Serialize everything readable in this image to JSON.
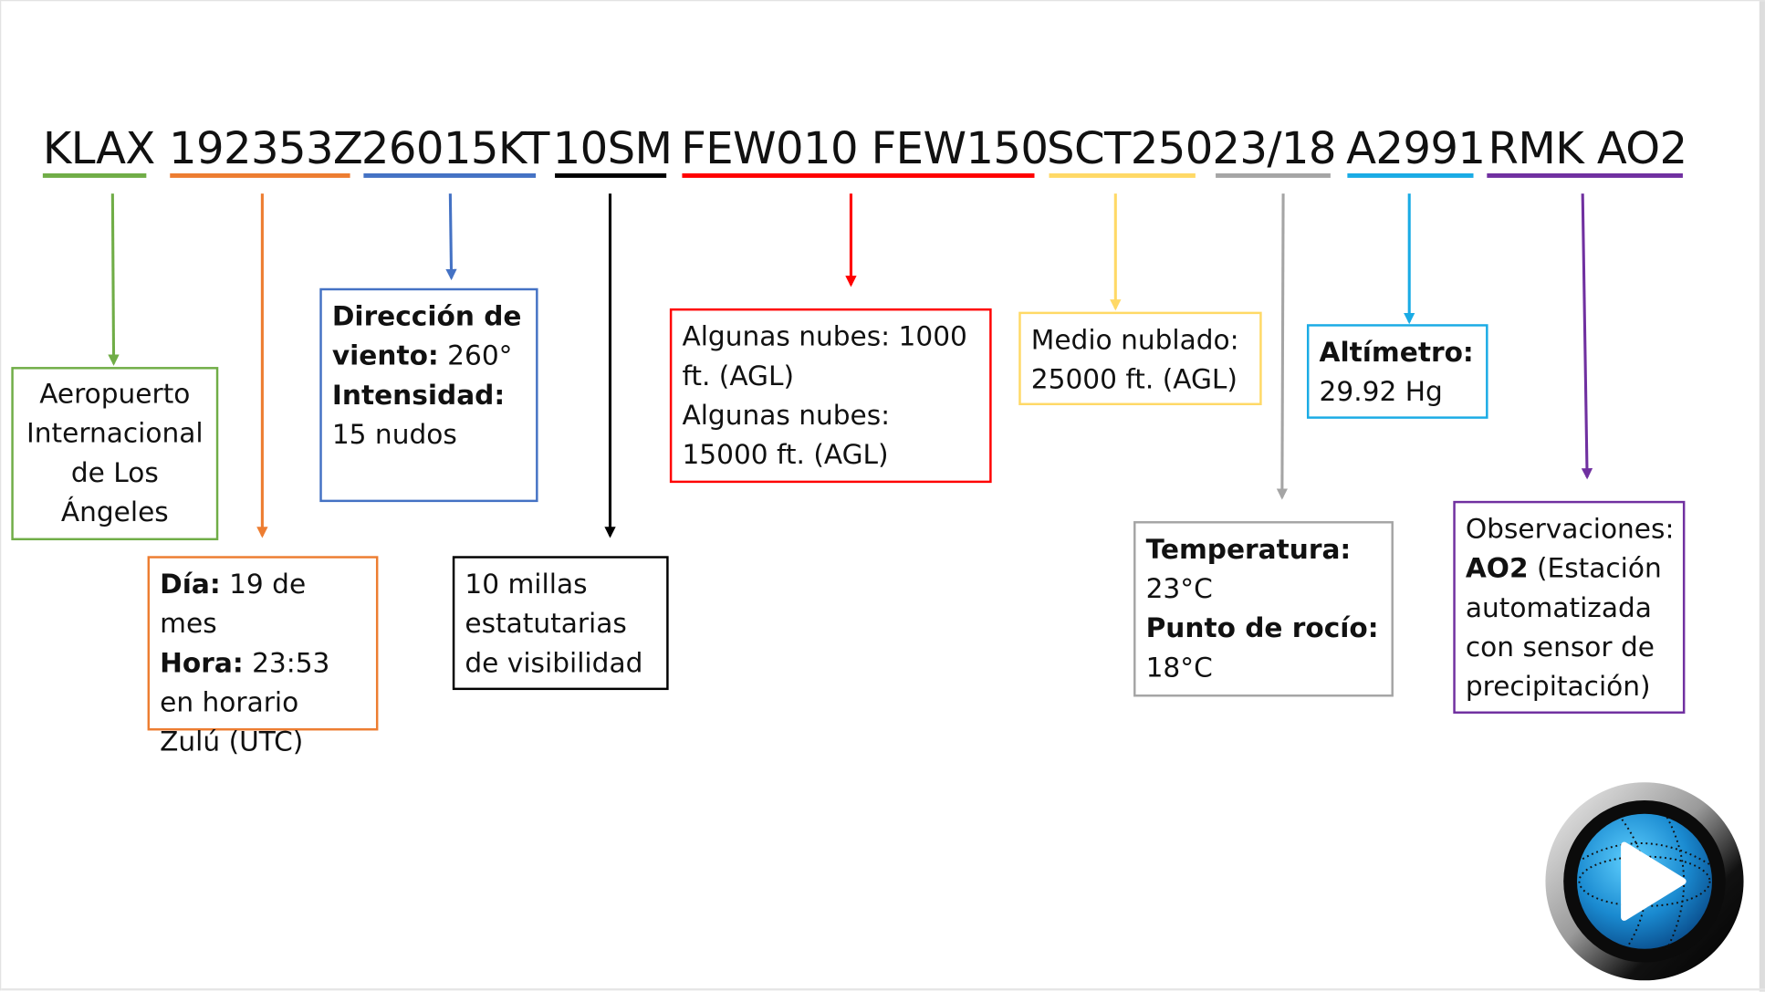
{
  "metar": [
    {
      "code": "KLAX",
      "color": "#70ad47"
    },
    {
      "code": "192353Z",
      "color": "#ed7d31"
    },
    {
      "code": "26015KT",
      "color": "#4472c4"
    },
    {
      "code": "10SM",
      "color": "#000000"
    },
    {
      "code": "FEW010 FEW150",
      "color": "#ff0000"
    },
    {
      "code": "SCT250",
      "color": "#ffd966"
    },
    {
      "code": "23/18",
      "color": "#a5a5a5"
    },
    {
      "code": "A2991",
      "color": "#1aabe5"
    },
    {
      "code": "RMK AO2",
      "color": "#7030a0"
    }
  ],
  "boxes": {
    "airport": {
      "text": "Aeropuerto Internacional de Los Ángeles"
    },
    "time": {
      "day_label": "Día:",
      "day_value": " 19 de mes",
      "hour_label": "Hora:",
      "hour_value": " 23:53 en horario Zulú (UTC)"
    },
    "wind": {
      "dir_label": "Dirección de viento:",
      "dir_value": " 260°",
      "int_label": "Intensidad:",
      "int_value": "15 nudos"
    },
    "visibility": {
      "text": "10 millas estatutarias de visibilidad"
    },
    "few": {
      "line1": "Algunas nubes: 1000 ft. (AGL)",
      "line2": "Algunas nubes: 15000 ft. (AGL)"
    },
    "sct": {
      "text": "Medio nublado: 25000 ft. (AGL)"
    },
    "temp": {
      "temp_label": "Temperatura:",
      "temp_value": "23°C",
      "dew_label": "Punto de rocío:",
      "dew_value": "18°C"
    },
    "alt": {
      "label": "Altímetro:",
      "value": "29.92 Hg"
    },
    "rmk": {
      "prefix": "Observaciones: ",
      "code": "AO2",
      "text": " (Estación automatizada con sensor de precipitación)"
    }
  },
  "play_button": {
    "icon": "play-globe-icon"
  }
}
